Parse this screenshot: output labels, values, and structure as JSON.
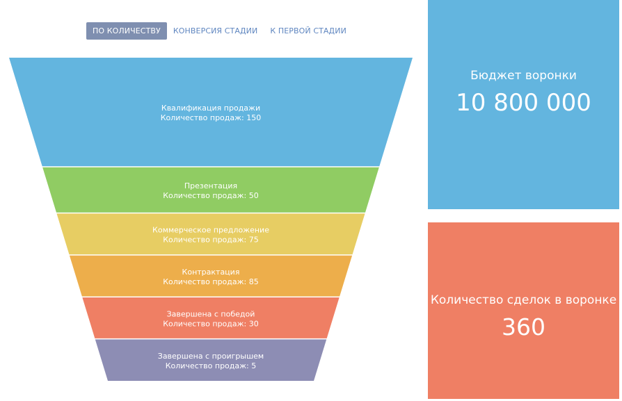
{
  "tabs": [
    {
      "label": "ПО КОЛИЧЕСТВУ",
      "active": true
    },
    {
      "label": "КОНВЕРСИЯ СТАДИИ",
      "active": false
    },
    {
      "label": "К ПЕРВОЙ СТАДИИ",
      "active": false
    }
  ],
  "tiles": {
    "budget": {
      "label": "Бюджет воронки",
      "value": "10 800 000",
      "color": "#63b5df"
    },
    "deals": {
      "label": "Количество сделок в воронке",
      "value": "360",
      "color": "#ef7f64"
    }
  },
  "chart_data": {
    "type": "funnel",
    "value_label": "Количество продаж",
    "stages": [
      {
        "name": "Квалификация продажи",
        "value": 150,
        "color": "#63b5df"
      },
      {
        "name": "Презентация",
        "value": 50,
        "color": "#90cc63"
      },
      {
        "name": "Коммерческое предложение",
        "value": 75,
        "color": "#e7cd63"
      },
      {
        "name": "Контрактация",
        "value": 85,
        "color": "#edae4b"
      },
      {
        "name": "Завершена с победой",
        "value": 30,
        "color": "#ef7f64"
      },
      {
        "name": "Завершена с проигрышем",
        "value": 5,
        "color": "#8d8db4"
      }
    ]
  }
}
